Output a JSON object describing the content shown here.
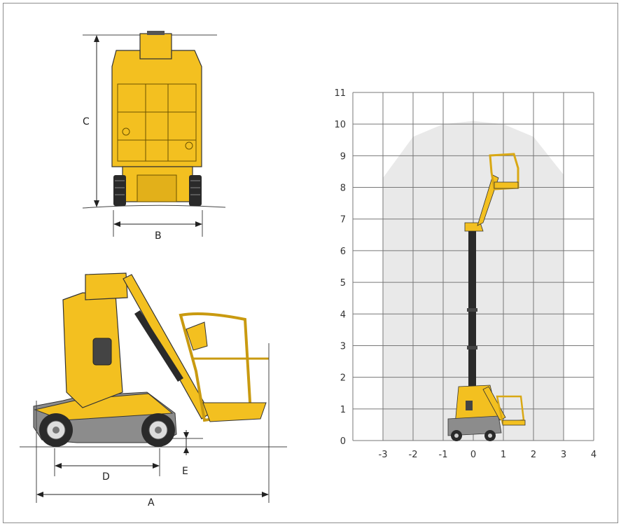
{
  "dimension_labels": {
    "a": "A",
    "b": "B",
    "c": "C",
    "d": "D",
    "e": "E"
  },
  "chart_data": {
    "type": "area",
    "x_ticks": [
      "-3",
      "-2",
      "-1",
      "0",
      "1",
      "2",
      "3",
      "4"
    ],
    "y_ticks": [
      "0",
      "1",
      "2",
      "3",
      "4",
      "5",
      "6",
      "7",
      "8",
      "9",
      "10",
      "11"
    ],
    "xlim": [
      -4,
      4
    ],
    "ylim": [
      0,
      11
    ],
    "grid": true,
    "working_envelope": {
      "x": [
        -3,
        -3,
        -2,
        -1,
        0,
        1,
        2,
        3,
        3
      ],
      "y": [
        0,
        8.3,
        9.6,
        10.0,
        10.1,
        10.0,
        9.6,
        8.4,
        0
      ]
    }
  },
  "colors": {
    "machine_yellow": "#f3c020",
    "machine_dark": "#2a2a2a",
    "envelope_fill": "#e9e9e9",
    "grid": "#777777"
  }
}
